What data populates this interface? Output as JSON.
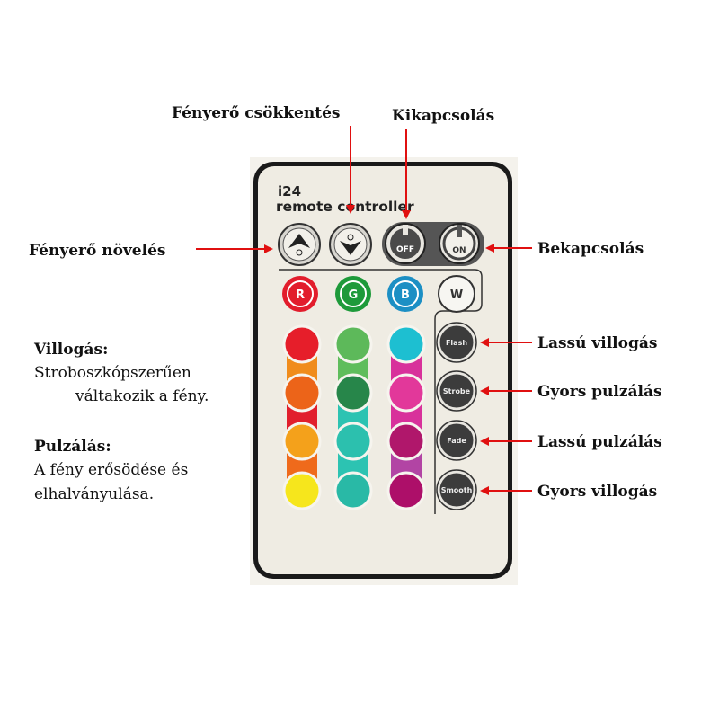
{
  "remote": {
    "brand_line1": "i24",
    "brand_line2": "remote controller",
    "buttons": {
      "brightness_up": "brightness-up",
      "brightness_down": "brightness-down",
      "off": "OFF",
      "on": "ON",
      "r": "R",
      "g": "G",
      "b": "B",
      "w": "W",
      "flash": "Flash",
      "strobe": "Strobe",
      "fade": "Fade",
      "smooth": "Smooth"
    },
    "color_columns": [
      {
        "buttons": [
          "#e61e2a",
          "#ec6419",
          "#f4a11b",
          "#f6e61c"
        ],
        "strips": [
          "#f08c1c",
          "#e11f2d",
          "#ef6a1b"
        ]
      },
      {
        "buttons": [
          "#5db95a",
          "#27864a",
          "#2cc0ae",
          "#29b9a6"
        ],
        "strips": [
          "#5fbd5c",
          "#2cc3b2",
          "#2cc3b2"
        ]
      },
      {
        "buttons": [
          "#1dbfd1",
          "#e2389a",
          "#b0176b",
          "#ad0f69"
        ],
        "strips": [
          "#d8319b",
          "#d8319b",
          "#b244a4"
        ]
      }
    ]
  },
  "labels": {
    "brightness_down": "Fényerő csökkentés",
    "power_off": "Kikapcsolás",
    "brightness_up": "Fényerő növelés",
    "power_on": "Bekapcsolás",
    "flash": "Lassú villogás",
    "strobe": "Gyors pulzálás",
    "fade": "Lassú pulzálás",
    "smooth": "Gyors villogás"
  },
  "notes": {
    "flash_title": "Villogás:",
    "flash_line1": "Stroboszkópszerűen",
    "flash_line2": "váltakozik a fény.",
    "pulse_title": "Pulzálás:",
    "pulse_line1": "A fény erősödése és",
    "pulse_line2": "elhalványulása."
  },
  "colors": {
    "arrow": "#e01010",
    "remote_body": "#efece3",
    "remote_border": "#1a1a1a"
  }
}
